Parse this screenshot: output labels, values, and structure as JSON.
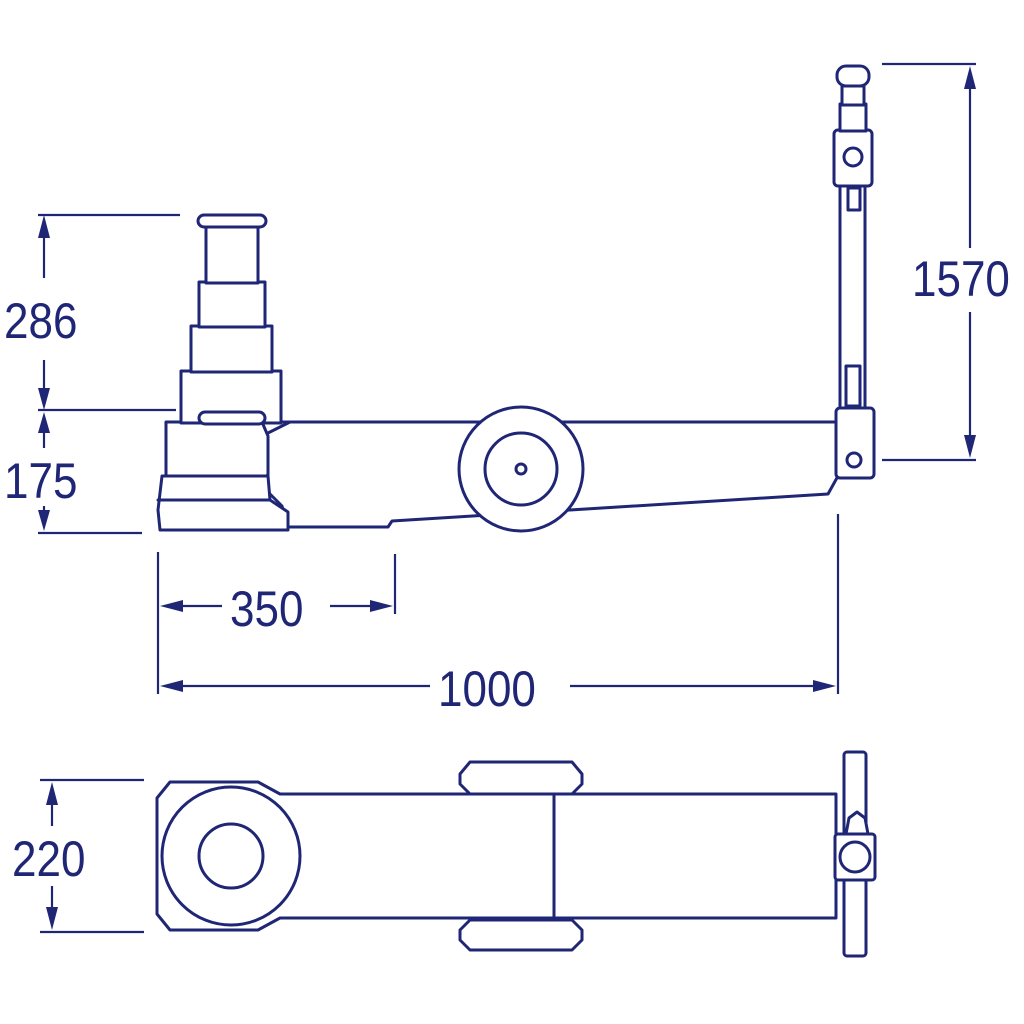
{
  "colors": {
    "line": "#1f2675",
    "background": "#ffffff"
  },
  "dimensions": {
    "lift_height": "286",
    "min_height": "175",
    "saddle_length": "350",
    "total_length": "1000",
    "handle_height": "1570",
    "width": "220"
  }
}
